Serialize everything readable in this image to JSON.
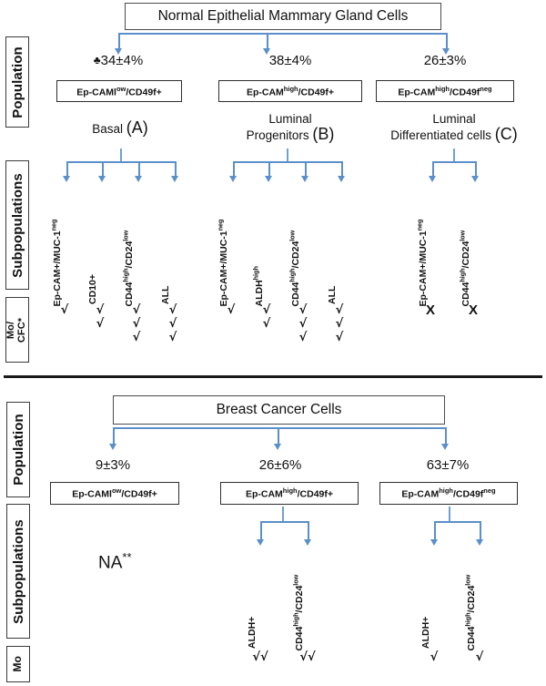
{
  "figure": {
    "divider": "horizontal-rule"
  },
  "top_panel": {
    "title": "Normal Epithelial Mammary Gland Cells",
    "rails": [
      {
        "label": "Population"
      },
      {
        "label": "Subpopulations"
      },
      {
        "label_line1": "Mo/",
        "label_line2": "CFC*"
      }
    ],
    "columns": [
      {
        "percent_marker": "♣",
        "percent": "34±4%",
        "marker_box": "Ep-CAMl<sup>ow</sup>/CD49f+",
        "caption_line1": "",
        "caption_line2": "Basal",
        "caption_letter": "(A)",
        "subpopulations": [
          {
            "label": "Ep-CAM+/MUC-1<sup>neg</sup>",
            "marks": [
              "√"
            ]
          },
          {
            "label": "CD10+",
            "marks": [
              "√",
              "√"
            ]
          },
          {
            "label": "CD44<sup>high</sup>/CD24<sup>low</sup>",
            "marks": [
              "√",
              "√",
              "√"
            ]
          },
          {
            "label": "ALL",
            "marks": [
              "√",
              "√",
              "√"
            ]
          }
        ]
      },
      {
        "percent_marker": "",
        "percent": "38±4%",
        "marker_box": "Ep-CAM<sup>high</sup>/CD49f+",
        "caption_line1": "Luminal",
        "caption_line2": "Progenitors",
        "caption_letter": "(B)",
        "subpopulations": [
          {
            "label": "Ep-CAM+/MUC-1<sup>neg</sup>",
            "marks": [
              "√"
            ]
          },
          {
            "label": "ALDH<sup>high</sup>",
            "marks": [
              "√",
              "√"
            ]
          },
          {
            "label": "CD44<sup>high</sup>/CD24<sup>low</sup>",
            "marks": [
              "√",
              "√",
              "√"
            ]
          },
          {
            "label": "ALL",
            "marks": [
              "√",
              "√",
              "√"
            ]
          }
        ]
      },
      {
        "percent_marker": "",
        "percent": "26±3%",
        "marker_box": "Ep-CAM<sup>high</sup>/CD49f<sup>neg</sup>",
        "caption_line1": "Luminal",
        "caption_line2": "Differentiated cells",
        "caption_letter": "(C)",
        "subpopulations": [
          {
            "label": "Ep-CAM+/MUC-1<sup>neg</sup>",
            "marks": [
              "X"
            ]
          },
          {
            "label": "CD44<sup>high</sup>/CD24<sup>low</sup>",
            "marks": [
              "X"
            ]
          }
        ]
      }
    ]
  },
  "bottom_panel": {
    "title": "Breast Cancer Cells",
    "rails": [
      {
        "label": "Population"
      },
      {
        "label": "Subpopulations"
      },
      {
        "label": "Mo"
      }
    ],
    "columns": [
      {
        "percent": "9±3%",
        "marker_box": "Ep-CAMl<sup>ow</sup>/CD49f+",
        "not_applicable": "NA",
        "not_applicable_sup": "**",
        "subpopulations": []
      },
      {
        "percent": "26±6%",
        "marker_box": "Ep-CAM<sup>high</sup>/CD49f+",
        "subpopulations": [
          {
            "label": "ALDH+",
            "marks": [
              "√√"
            ]
          },
          {
            "label": "CD44<sup>high</sup>/CD24<sup>low</sup>",
            "marks": [
              "√√"
            ]
          }
        ]
      },
      {
        "percent": "63±7%",
        "marker_box": "Ep-CAM<sup>high</sup>/CD49f<sup>neg</sup>",
        "subpopulations": [
          {
            "label": "ALDH+",
            "marks": [
              "√"
            ]
          },
          {
            "label": "CD44<sup>high</sup>/CD24<sup>low</sup>",
            "marks": [
              "√"
            ]
          }
        ]
      }
    ]
  },
  "colors": {
    "connector": "#5b8fc9",
    "box_border": "#2e2e2e",
    "text": "#111111",
    "divider": "#1a1a1a"
  }
}
